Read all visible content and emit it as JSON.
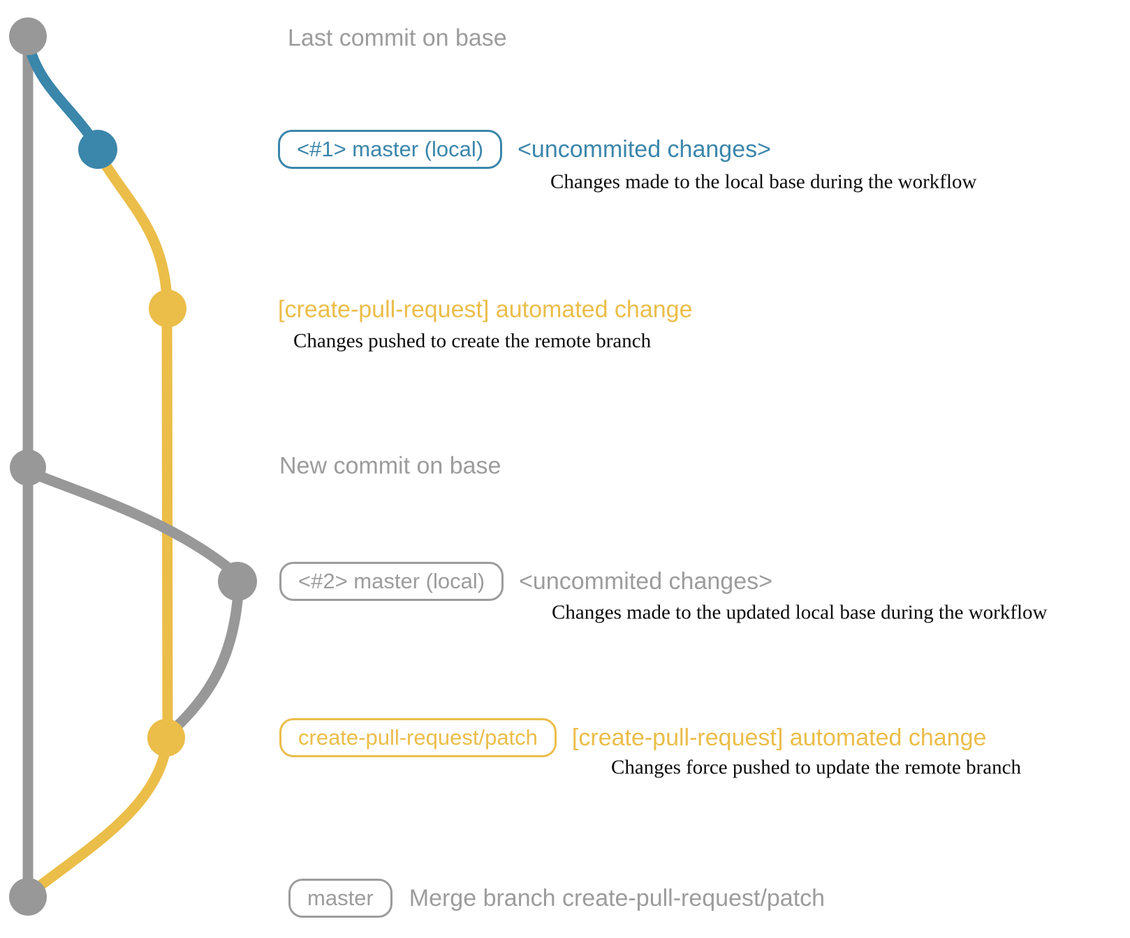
{
  "colors": {
    "branch_gray": "#989898",
    "branch_blue": "#3b86ab",
    "branch_yellow": "#ebbd49",
    "label_gray": "#9c9c9c",
    "note_black": "#0a0a0a"
  },
  "graph": {
    "base_branch_name": "master",
    "commits": [
      {
        "id": "base-last",
        "color": "gray"
      },
      {
        "id": "local-1",
        "color": "blue"
      },
      {
        "id": "patch-1",
        "color": "yellow"
      },
      {
        "id": "base-new",
        "color": "gray"
      },
      {
        "id": "local-2",
        "color": "gray"
      },
      {
        "id": "patch-2",
        "color": "yellow"
      },
      {
        "id": "merge",
        "color": "gray"
      }
    ]
  },
  "rows": {
    "last_commit": {
      "label": "Last commit on base"
    },
    "commit1": {
      "badge": "<#1> master (local)",
      "message": "<uncommited changes>",
      "note": "Changes made to the local base during the workflow"
    },
    "push1": {
      "message": "[create-pull-request] automated change",
      "note": "Changes pushed to create the remote branch"
    },
    "new_commit": {
      "label": "New commit on base"
    },
    "commit2": {
      "badge": "<#2> master (local)",
      "message": "<uncommited changes>",
      "note": "Changes made to the updated local base during the workflow"
    },
    "push2": {
      "badge": "create-pull-request/patch",
      "message": "[create-pull-request] automated change",
      "note": "Changes force pushed to update the remote branch"
    },
    "merge": {
      "badge": "master",
      "message": "Merge branch create-pull-request/patch"
    }
  }
}
